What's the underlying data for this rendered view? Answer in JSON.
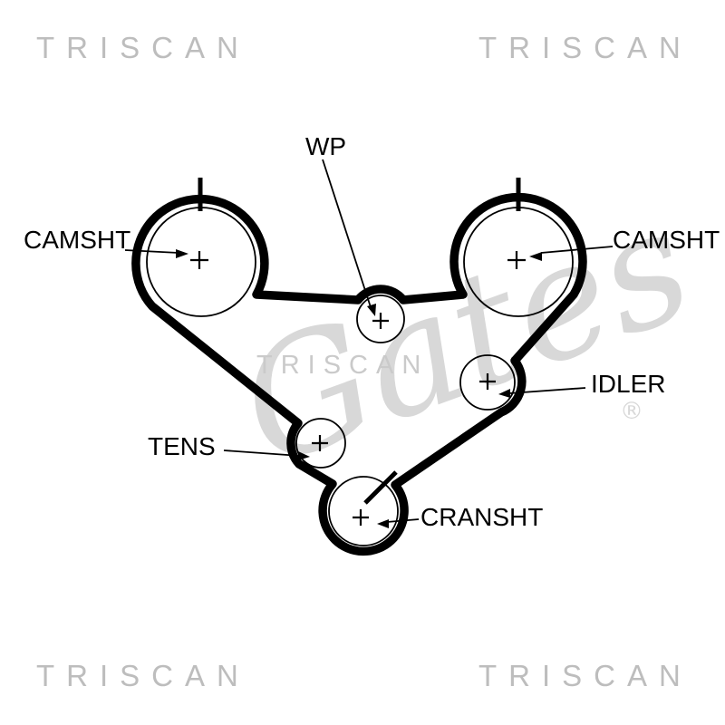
{
  "watermarks": {
    "corner_text": "TRISCAN",
    "center_text": "TRISCAN",
    "script_text": "Gates",
    "registered_mark": "®",
    "corner_color": "#bdbdbd",
    "center_color": "#cacaca",
    "script_color": "#d8d8d8"
  },
  "diagram": {
    "ink_color": "#000000",
    "labels": {
      "camshaft_left": "CAMSHT",
      "camshaft_right": "CAMSHT",
      "water_pump": "WP",
      "idler": "IDLER",
      "tensioner": "TENS",
      "crankshaft": "CRANSHT"
    }
  }
}
